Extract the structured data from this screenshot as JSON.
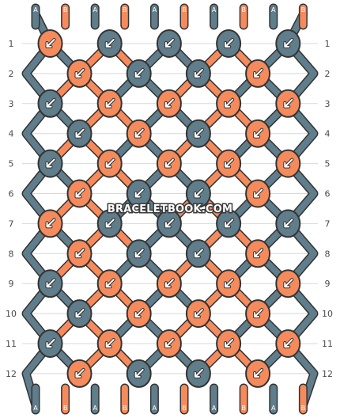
{
  "colors": {
    "A": "#607d8b",
    "B": "#f58b5c",
    "outline": "#333333",
    "guide": "#d8d8d8"
  },
  "strands_top": [
    "A",
    "B",
    "A",
    "B",
    "A",
    "B",
    "A",
    "B",
    "A",
    "B"
  ],
  "strands_bottom": [
    "A",
    "B",
    "A",
    "B",
    "A",
    "B",
    "A",
    "B",
    "A",
    "B"
  ],
  "row_labels": [
    "1",
    "2",
    "3",
    "4",
    "5",
    "6",
    "7",
    "8",
    "9",
    "10",
    "11",
    "12"
  ],
  "knots": [
    [
      "B",
      "A",
      "A",
      "A",
      "A"
    ],
    [
      "B",
      "A",
      "A",
      "B"
    ],
    [
      "A",
      "B",
      "B",
      "B",
      "B"
    ],
    [
      "A",
      "B",
      "A",
      "B"
    ],
    [
      "A",
      "B",
      "B",
      "B",
      "B"
    ],
    [
      "B",
      "A",
      "A",
      "B"
    ],
    [
      "B",
      "A",
      "A",
      "A",
      "A"
    ],
    [
      "B",
      "A",
      "A",
      "B"
    ],
    [
      "A",
      "B",
      "B",
      "B",
      "B"
    ],
    [
      "A",
      "B",
      "B",
      "B"
    ],
    [
      "A",
      "B",
      "B",
      "B",
      "B"
    ],
    [
      "B",
      "A",
      "A",
      "B"
    ]
  ],
  "knot_icon": "forward-knot-arrow-icon",
  "watermark": "BRACELETBOOK.COM"
}
